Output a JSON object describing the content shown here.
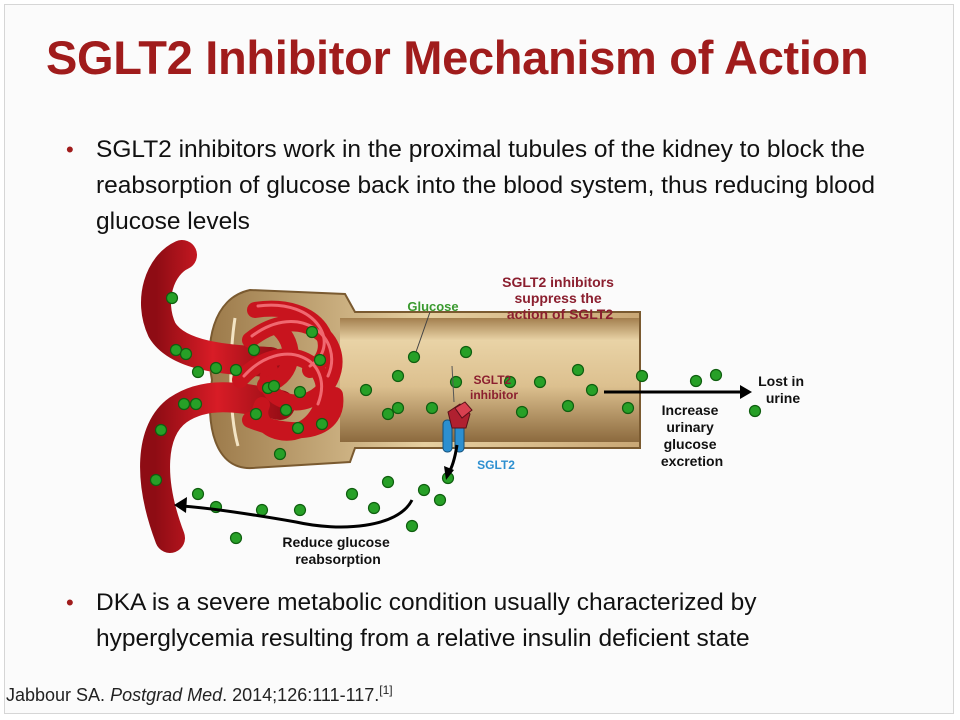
{
  "title": "SGLT2 Inhibitor Mechanism of Action",
  "bullets": [
    "SGLT2 inhibitors work in the proximal tubules of the kidney to block the reabsorption of glucose back into the blood system, thus reducing blood glucose levels",
    "DKA is a severe metabolic condition usually characterized by hyperglycemia resulting from a relative insulin deficient state"
  ],
  "diagram": {
    "labels": {
      "glucose": "Glucose",
      "sglt2_inhibitors_suppress": [
        "SGLT2 inhibitors",
        "suppress the",
        "action of SGLT2"
      ],
      "sglt2_inhibitor": [
        "SGLT2",
        "inhibitor"
      ],
      "sglt2": "SGLT2",
      "lost_in_urine": [
        "Lost in",
        "urine"
      ],
      "increase_excretion": [
        "Increase",
        "urinary",
        "glucose",
        "excretion"
      ],
      "reduce_reabsorption": [
        "Reduce glucose",
        "reabsorption"
      ]
    },
    "colors": {
      "title": "#a01c1c",
      "vessel": "#c8141e",
      "tubule": "#d6b784",
      "glucose": "#27a027",
      "sglt2": "#2c8fd0",
      "label_dark_red": "#8b1f2f"
    }
  },
  "citation": {
    "author": "Jabbour SA.",
    "journal": "Postgrad Med",
    "details": ". 2014;126:111-117.",
    "ref": "[1]"
  }
}
